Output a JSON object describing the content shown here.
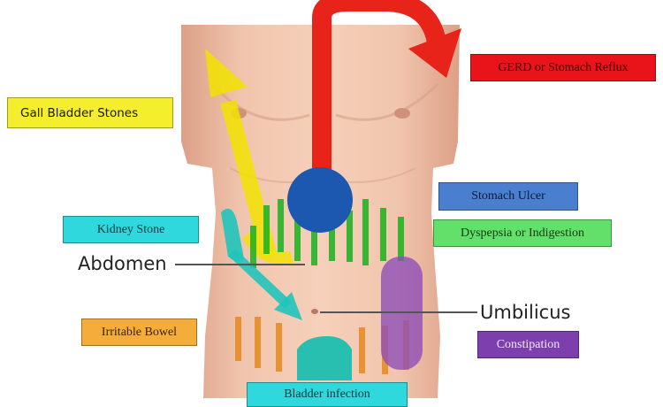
{
  "labels": {
    "gerd": {
      "text": "GERD or Stomach Reflux",
      "bg": "#e8141a",
      "fg": "#3a0000"
    },
    "gallbladder": {
      "text": "Gall Bladder Stones",
      "bg": "#f4ee2c",
      "fg": "#1a1a00"
    },
    "stomach_ulcer": {
      "text": "Stomach Ulcer",
      "bg": "#4a7fd0",
      "fg": "#0a1a3a"
    },
    "kidney_stone": {
      "text": "Kidney Stone",
      "bg": "#2fd8dc",
      "fg": "#083a3c"
    },
    "dyspepsia": {
      "text": "Dyspepsia or Indigestion",
      "bg": "#62e06a",
      "fg": "#0e3a10"
    },
    "irritable_bowel": {
      "text": "Irritable Bowel",
      "bg": "#f4ad3a",
      "fg": "#3a2500"
    },
    "constipation": {
      "text": "Constipation",
      "bg": "#7e3fae",
      "fg": "#f0e8ff"
    },
    "bladder": {
      "text": "Bladder infection",
      "bg": "#2fd8dc",
      "fg": "#083a3c"
    }
  },
  "anatomy": {
    "abdomen": "Abdomen",
    "umbilicus": "Umbilicus"
  },
  "colors": {
    "skin": "#efc2a8",
    "skin_shadow": "#d79f85",
    "gerd_arrow": "#e8231a",
    "gallbladder": "#f2e200",
    "stomach": "#1c58b0",
    "kidney": "#20c4bb",
    "dyspepsia": "#18b21e",
    "bowel": "#e58a1f",
    "constipation": "#8e4fb8",
    "bladder": "#29bfb0"
  }
}
